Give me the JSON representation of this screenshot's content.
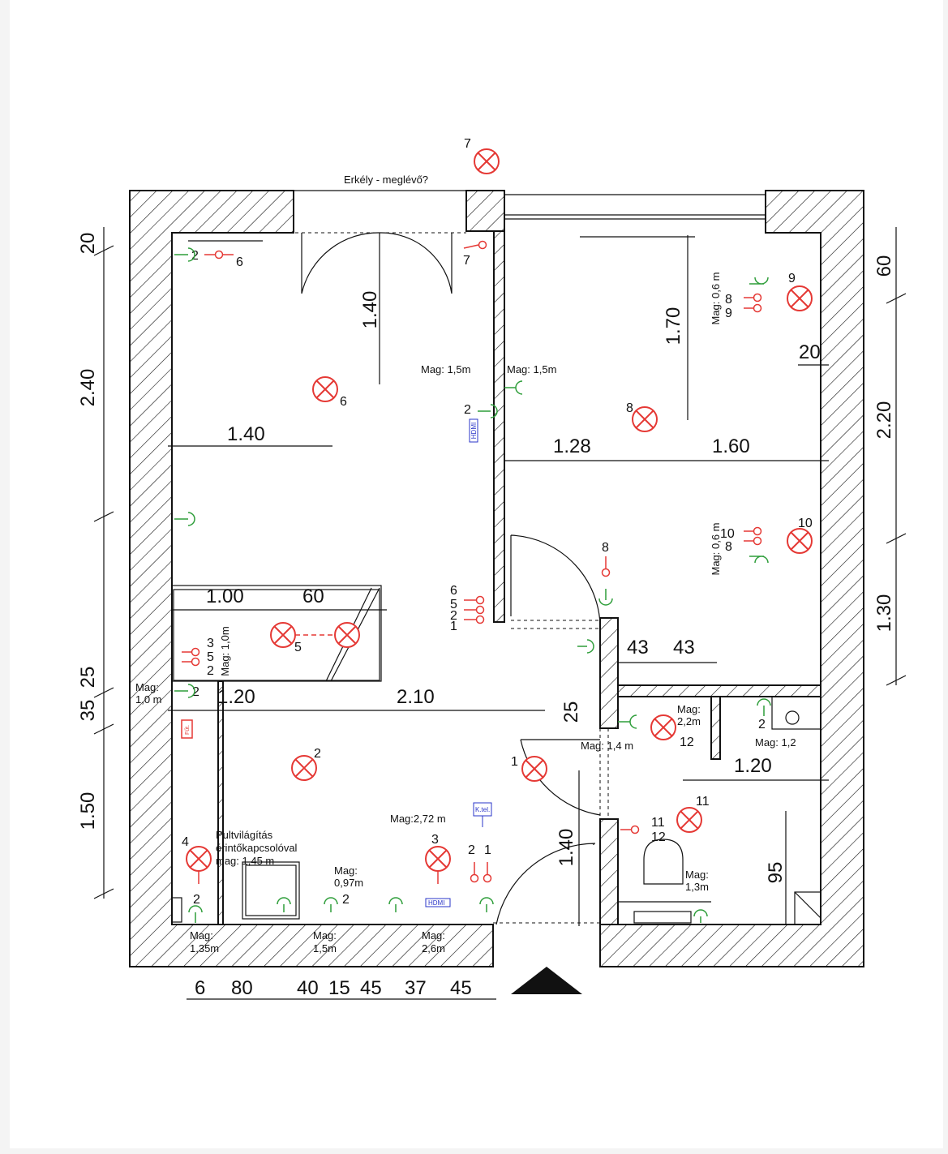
{
  "plan": {
    "balcony_label": "Erkély - meglévő?",
    "counter_light_lines": [
      "Pultvilágítás",
      "érintőkapcsolóval",
      "mag: 1,45 m"
    ]
  },
  "dimensions": {
    "left": [
      "20",
      "2.40",
      "25",
      "35",
      "1.50"
    ],
    "right": [
      "60",
      "2.20",
      "1.30"
    ],
    "bottom": [
      "6",
      "80",
      "40",
      "15",
      "45",
      "37",
      "45"
    ],
    "interior": [
      "1.40",
      "1.40",
      "1.70",
      "20",
      "1.28",
      "1.60",
      "1.00",
      "60",
      "1.20",
      "2.10",
      "43",
      "43",
      "25",
      "1.20",
      "1.40",
      "95"
    ]
  },
  "heights": [
    "Mag: 1,5m",
    "Mag: 1,5m",
    "Mag: 0,6 m",
    "Mag: 0,6 m",
    "Mag: 1,0m",
    "Mag: 1,4 m",
    "Mag: 1,2",
    "Mag:2,72 m"
  ],
  "heights_split": {
    "mag10": [
      "Mag:",
      "1,0 m"
    ],
    "mag22": [
      "Mag:",
      "2,2m"
    ],
    "mag097": [
      "Mag:",
      "0,97m"
    ],
    "mag13": [
      "Mag:",
      "1,3m"
    ],
    "mag135": [
      "Mag:",
      "1,35m"
    ],
    "mag15": [
      "Mag:",
      "1,5m"
    ],
    "mag26": [
      "Mag:",
      "2,6m"
    ]
  },
  "lamp_numbers": [
    "7",
    "9",
    "6",
    "8",
    "10",
    "5",
    "8",
    "2",
    "1",
    "11",
    "4",
    "3",
    "12"
  ],
  "switch_numbers": [
    "2",
    "6",
    "7",
    "8",
    "9",
    "10",
    "8",
    "6",
    "5",
    "2",
    "1",
    "8",
    "3",
    "5",
    "2",
    "2",
    "2",
    "11",
    "12",
    "2",
    "1",
    "2",
    "2",
    "2"
  ],
  "symbol_tags": {
    "hdmi": "HDMI",
    "phone": "K.tel.",
    "heater": "Fűt."
  }
}
